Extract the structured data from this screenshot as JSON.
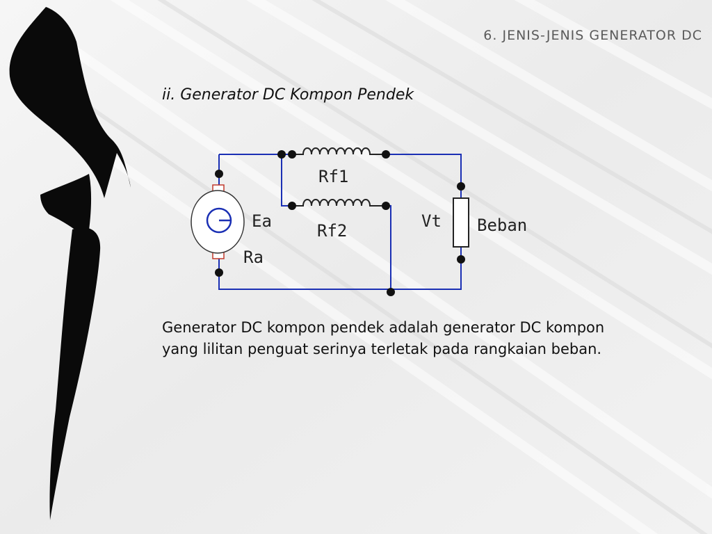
{
  "slide": {
    "title": "6. JENIS-JENIS GENERATOR DC",
    "subtitle": "ii. Generator DC Kompon Pendek",
    "description": "Generator DC kompon pendek adalah generator DC kompon yang lilitan penguat serinya terletak pada rangkaian beban."
  },
  "circuit": {
    "labels": {
      "rf1": "Rf1",
      "rf2": "Rf2",
      "ea": "Ea",
      "ra": "Ra",
      "vt": "Vt",
      "load": "Beban"
    },
    "colors": {
      "wire": "#1a2fb4",
      "coil": "#222222",
      "brush": "#c0392b",
      "armature_fill": "#ffffff",
      "armature_symbol": "#1a2fb4"
    }
  },
  "decoration": {
    "colors": {
      "background": "#ececec",
      "brush_stroke": "#0a0a0a"
    }
  }
}
